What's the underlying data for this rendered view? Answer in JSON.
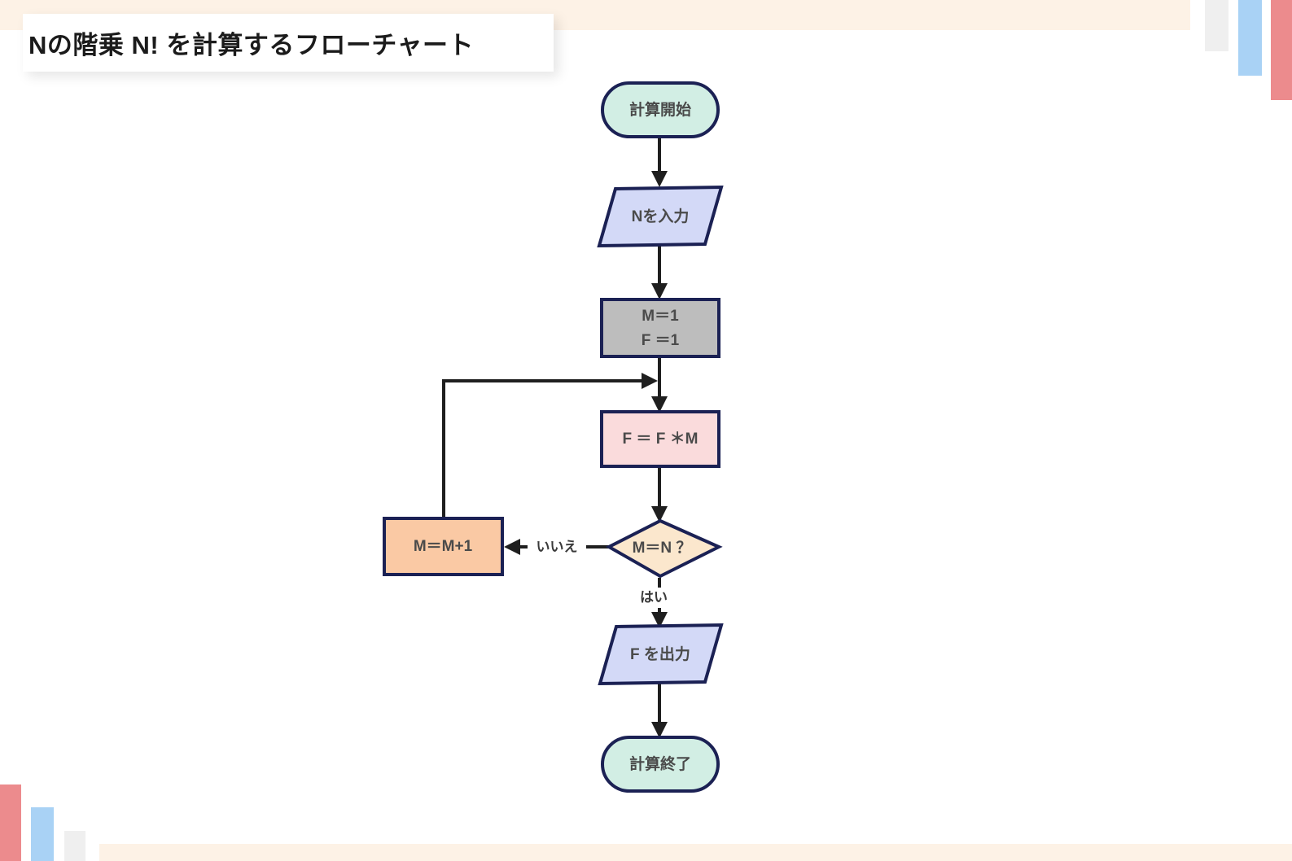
{
  "page": {
    "title": "Nの階乗 N! を計算するフローチャート",
    "background_color": "#ffffff"
  },
  "decorations": {
    "cream_color": "#fdf2e6",
    "gray_color": "#efefef",
    "blue_color": "#a9d2f5",
    "red_color": "#ec8b8d",
    "top_right_bars": [
      "gray-bar",
      "blue-bar",
      "red-bar"
    ],
    "bottom_left_bars": [
      "red-bar",
      "blue-bar",
      "gray-bar"
    ]
  },
  "flowchart": {
    "outline_color": "#1b2154",
    "text_color": "#4a4a4a",
    "connector_color": "#1f1f1f",
    "nodes": [
      {
        "id": "start",
        "shape": "stadium",
        "label": "計算開始",
        "fill": "#d2eee4"
      },
      {
        "id": "input",
        "shape": "parallelogram",
        "label": "Nを入力",
        "fill": "#d3d9f7"
      },
      {
        "id": "init",
        "shape": "rectangle",
        "label_line1": "M＝1",
        "label_line2": "F ＝1",
        "fill": "#bdbdbd"
      },
      {
        "id": "multiply",
        "shape": "rectangle",
        "label": "F ＝ F ＊M",
        "fill": "#fadbdc"
      },
      {
        "id": "decision",
        "shape": "diamond",
        "label": "M＝N ？",
        "fill": "#fbe7cd"
      },
      {
        "id": "increment",
        "shape": "rectangle",
        "label": "M＝M+1",
        "fill": "#fac9a4"
      },
      {
        "id": "output",
        "shape": "parallelogram",
        "label": "F を出力",
        "fill": "#d3d9f7"
      },
      {
        "id": "end",
        "shape": "stadium",
        "label": "計算終了",
        "fill": "#d2eee4"
      }
    ],
    "edges": [
      {
        "from": "start",
        "to": "input",
        "label": ""
      },
      {
        "from": "input",
        "to": "init",
        "label": ""
      },
      {
        "from": "init",
        "to": "multiply",
        "label": ""
      },
      {
        "from": "multiply",
        "to": "decision",
        "label": ""
      },
      {
        "from": "decision",
        "to": "increment",
        "label": "いいえ"
      },
      {
        "from": "increment",
        "to": "multiply",
        "label": ""
      },
      {
        "from": "decision",
        "to": "output",
        "label": "はい"
      },
      {
        "from": "output",
        "to": "end",
        "label": ""
      }
    ]
  }
}
